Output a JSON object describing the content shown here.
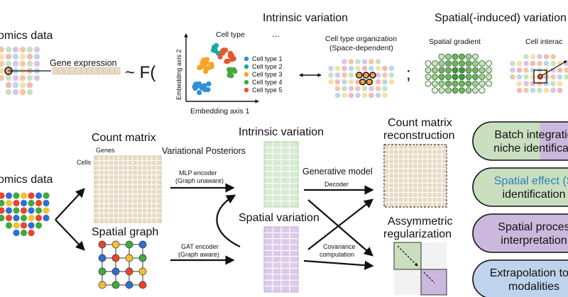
{
  "top": {
    "omics_data": "omics data",
    "gene_expression": "Gene expression",
    "approx_f": "~ F(",
    "intrinsic_title": "Intrinsic variation",
    "cell_type_label": "Cell type",
    "ellipsis": "...",
    "y_axis": "Embedding axis 2",
    "x_axis": "Embedding axis 1",
    "legend": [
      {
        "label": "Cell type 1",
        "color": "#2f8fd8"
      },
      {
        "label": "Cell type 2",
        "color": "#1fa6a0"
      },
      {
        "label": "Cell type 3",
        "color": "#f5a623"
      },
      {
        "label": "Cell type 4",
        "color": "#45a845"
      },
      {
        "label": "Cell type 5",
        "color": "#e8552b"
      }
    ],
    "org_line1": "Cell type organization",
    "org_line2": "(Space-dependent)",
    "semicolon": ";",
    "spatial_title": "Spatial(-induced) variation",
    "spatial_gradient": "Spatial gradient",
    "cell_interaction": "Cell interac"
  },
  "bottom": {
    "omics_data": "omics data",
    "count_matrix": "Count matrix",
    "genes": "Genes",
    "cells": "Cells",
    "spatial_graph": "Spatial graph",
    "variational_posteriors": "Variational Posteriors",
    "mlp_line1": "MLP encoder",
    "mlp_line2": "(Graph unaware)",
    "gat_line1": "GAT encoder",
    "gat_line2": "(Graph aware)",
    "intrinsic_variation": "Intrinsic variation",
    "spatial_variation": "Spatial variation",
    "generative_model": "Generative model",
    "decoder": "Decoder",
    "cov_line1": "Covariance",
    "cov_line2": "computation",
    "recon_line1": "Count matrix",
    "recon_line2": "reconstruction",
    "asym_line1": "Assymmetric",
    "asym_line2": "regularization"
  },
  "applications": [
    {
      "line1": "Batch integratio",
      "line2": "niche identificati",
      "color_a": "#c9dfc0",
      "color_b": "#cdb8dd"
    },
    {
      "line1": "Spatial effect (S",
      "line2": "identification",
      "color_a": "#c9dfc0",
      "color_b": "#c9dfc0"
    },
    {
      "line1": "Spatial proces",
      "line2": "interpretation",
      "color_a": "#cdb8dd",
      "color_b": "#cdb8dd"
    },
    {
      "line1": "Extrapolation to n",
      "line2": "modalities",
      "color_a": "#bfd3ec",
      "color_b": "#bfd3ec"
    }
  ],
  "colors": {
    "matrix_beige": "#e8dac3",
    "intrinsic_green": "#d6ebd2",
    "spatial_purple": "#dccbe8",
    "gradient_dark": "#2f7d2f"
  }
}
